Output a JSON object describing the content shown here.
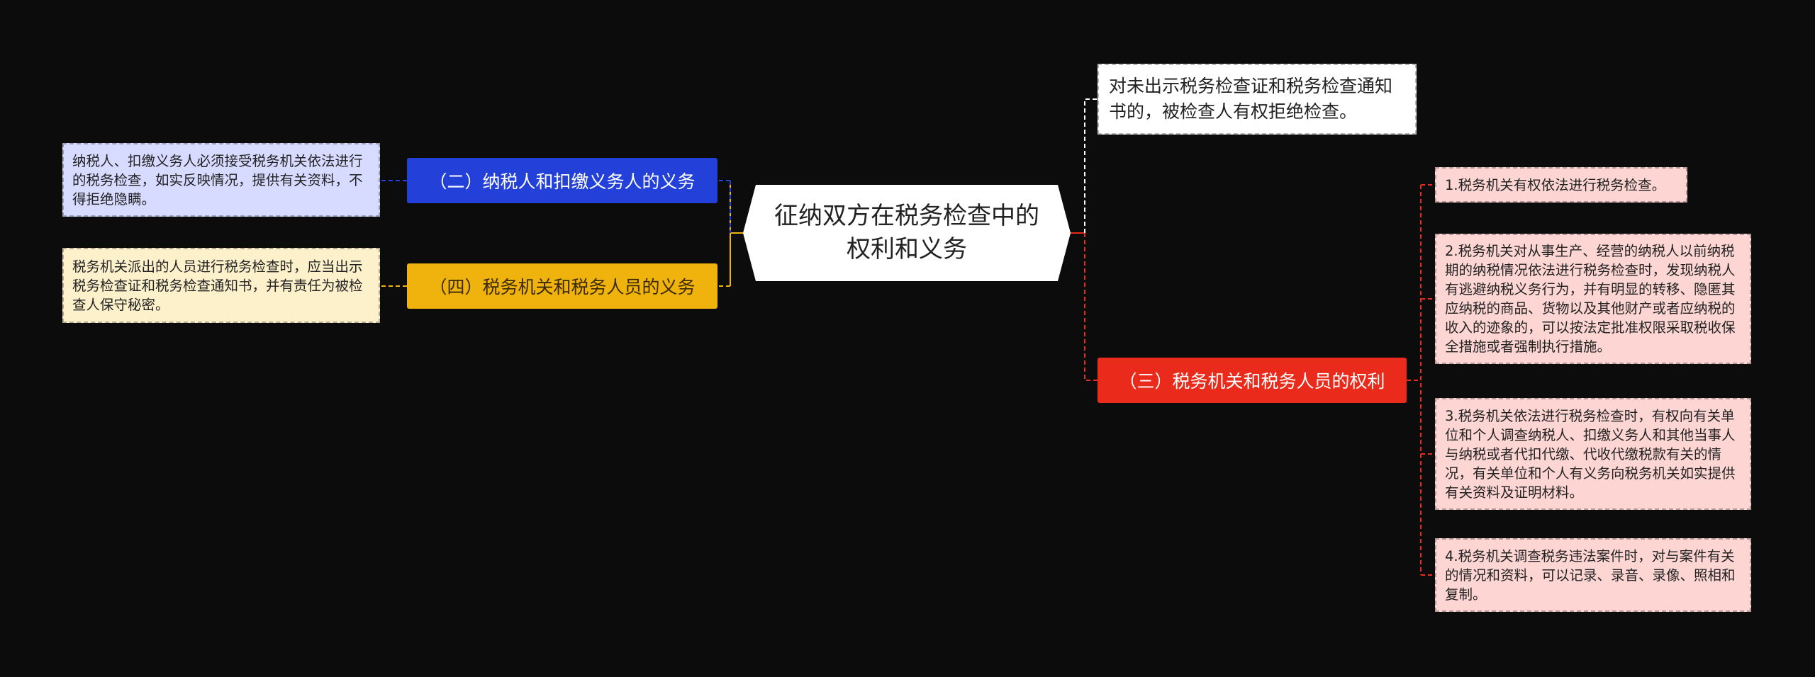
{
  "root": {
    "title": "征纳双方在税务检查中的权利和义务"
  },
  "branches": {
    "obligations_taxpayer": {
      "label": "（二）纳税人和扣缴义务人的义务",
      "color": "#2341d8",
      "detail": "纳税人、扣缴义务人必须接受税务机关依法进行的税务检查，如实反映情况，提供有关资料，不得拒绝隐瞒。"
    },
    "obligations_authority": {
      "label": "（四）税务机关和税务人员的义务",
      "color": "#f0b20c",
      "detail": "税务机关派出的人员进行税务检查时，应当出示税务检查证和税务检查通知书，并有责任为被检查人保守秘密。"
    },
    "refusal_right": {
      "text": "对未出示税务检查证和税务检查通知书的，被检查人有权拒绝检查。"
    },
    "rights_authority": {
      "label": "（三）税务机关和税务人员的权利",
      "color": "#ea2a1a",
      "items": [
        "1.税务机关有权依法进行税务检查。",
        "2.税务机关对从事生产、经营的纳税人以前纳税期的纳税情况依法进行税务检查时，发现纳税人有逃避纳税义务行为，并有明显的转移、隐匿其应纳税的商品、货物以及其他财产或者应纳税的收入的迹象的，可以按法定批准权限采取税收保全措施或者强制执行措施。",
        "3.税务机关依法进行税务检查时，有权向有关单位和个人调查纳税人、扣缴义务人和其他当事人与纳税或者代扣代缴、代收代缴税款有关的情况，有关单位和个人有义务向税务机关如实提供有关资料及证明材料。",
        "4.税务机关调查税务违法案件时，对与案件有关的情况和资料，可以记录、录音、录像、照相和复制。"
      ]
    }
  }
}
